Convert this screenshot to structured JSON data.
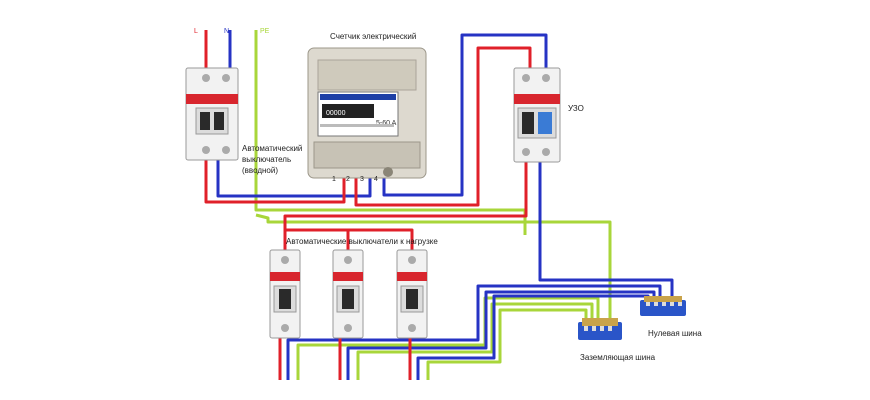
{
  "colors": {
    "phase": "#e0202a",
    "neutral": "#2633c4",
    "ground": "#a8d63a",
    "breaker_stripe": "#d8262e",
    "busbar_blue": "#2a55c8",
    "busbar_brass": "#c9a34a"
  },
  "labels": {
    "line_l": "L",
    "line_n": "N",
    "line_pe": "PE",
    "meter_title": "Счетчик электрический",
    "main_breaker": [
      "Автоматический",
      "выключатель",
      "(вводной)"
    ],
    "rcd": "УЗО",
    "load_breakers": "Автоматические выключатели к нагрузке",
    "neutral_bus": "Нулевая шина",
    "ground_bus": "Заземляющая шина"
  },
  "meter": {
    "terminals": [
      "1",
      "2",
      "3",
      "4"
    ],
    "display": "00000",
    "rating": "5-60 A"
  },
  "icons": {
    "main_breaker": "double-pole-breaker-icon",
    "meter": "electric-meter-icon",
    "rcd": "rcd-icon",
    "load_breaker": "single-pole-breaker-icon",
    "neutral_bus": "neutral-busbar-icon",
    "ground_bus": "ground-busbar-icon"
  }
}
